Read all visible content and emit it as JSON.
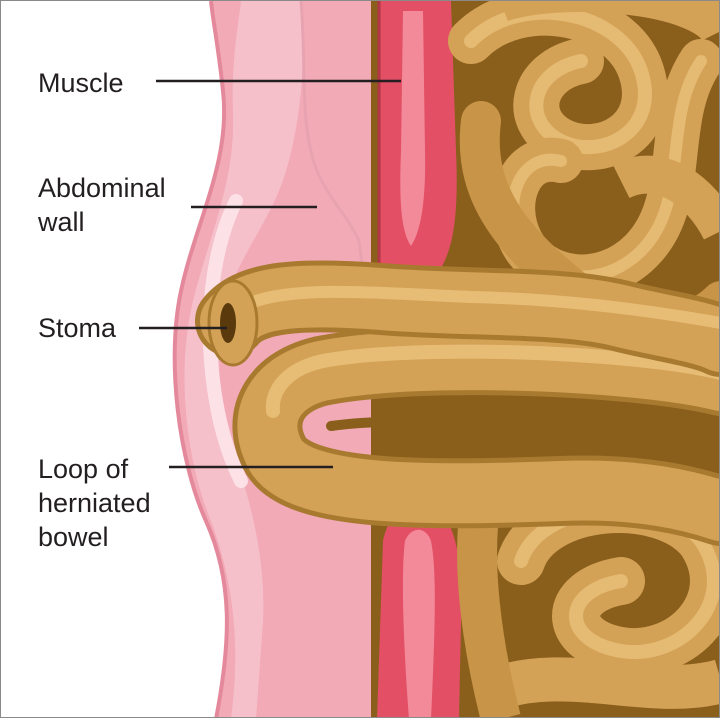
{
  "labels": {
    "muscle": "Muscle",
    "abdominal_wall": "Abdominal\nwall",
    "stoma": "Stoma",
    "herniated_bowel": "Loop of\nherniated\nbowel"
  },
  "colors": {
    "background": "#ffffff",
    "skin": "#f2aab7",
    "skin_light": "#f9d3db",
    "skin_edge": "#e4899c",
    "muscle": "#e34f64",
    "muscle_highlight": "#f38a99",
    "bowel": "#d4a257",
    "bowel_light": "#e9c07a",
    "bowel_shadow": "#a87a30",
    "cavity": "#8a5f1c",
    "leader_line": "#231f20",
    "text": "#231f20"
  }
}
